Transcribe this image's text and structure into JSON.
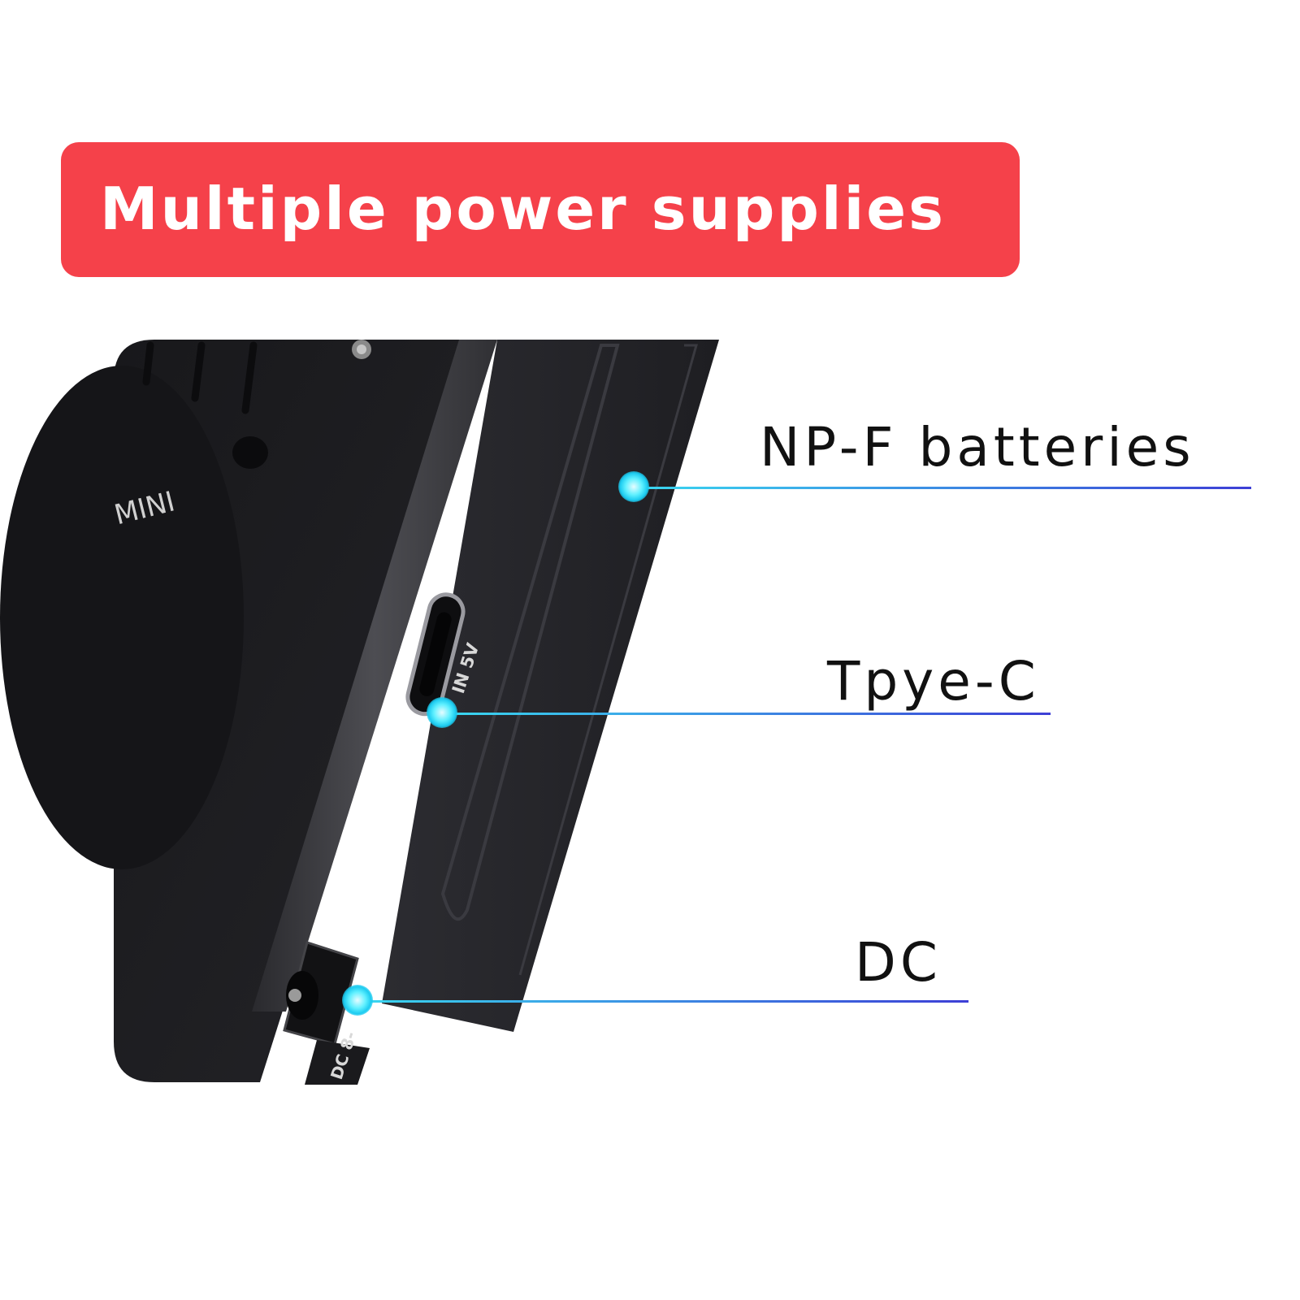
{
  "banner": {
    "title": "Multiple power supplies",
    "background_color": "#f5414a",
    "text_color": "#ffffff"
  },
  "device": {
    "brand_mark": "MINI",
    "usb_port_label": "IN 5V",
    "dc_port_label": "DC 8-"
  },
  "callouts": [
    {
      "label": "NP-F batteries"
    },
    {
      "label": "Tpye-C"
    },
    {
      "label": "DC"
    }
  ],
  "colors": {
    "dot": "#1ccbf0",
    "line_start": "#3ad8f0",
    "line_end": "#3d3fd6",
    "device_body": "#1c1c1f"
  }
}
